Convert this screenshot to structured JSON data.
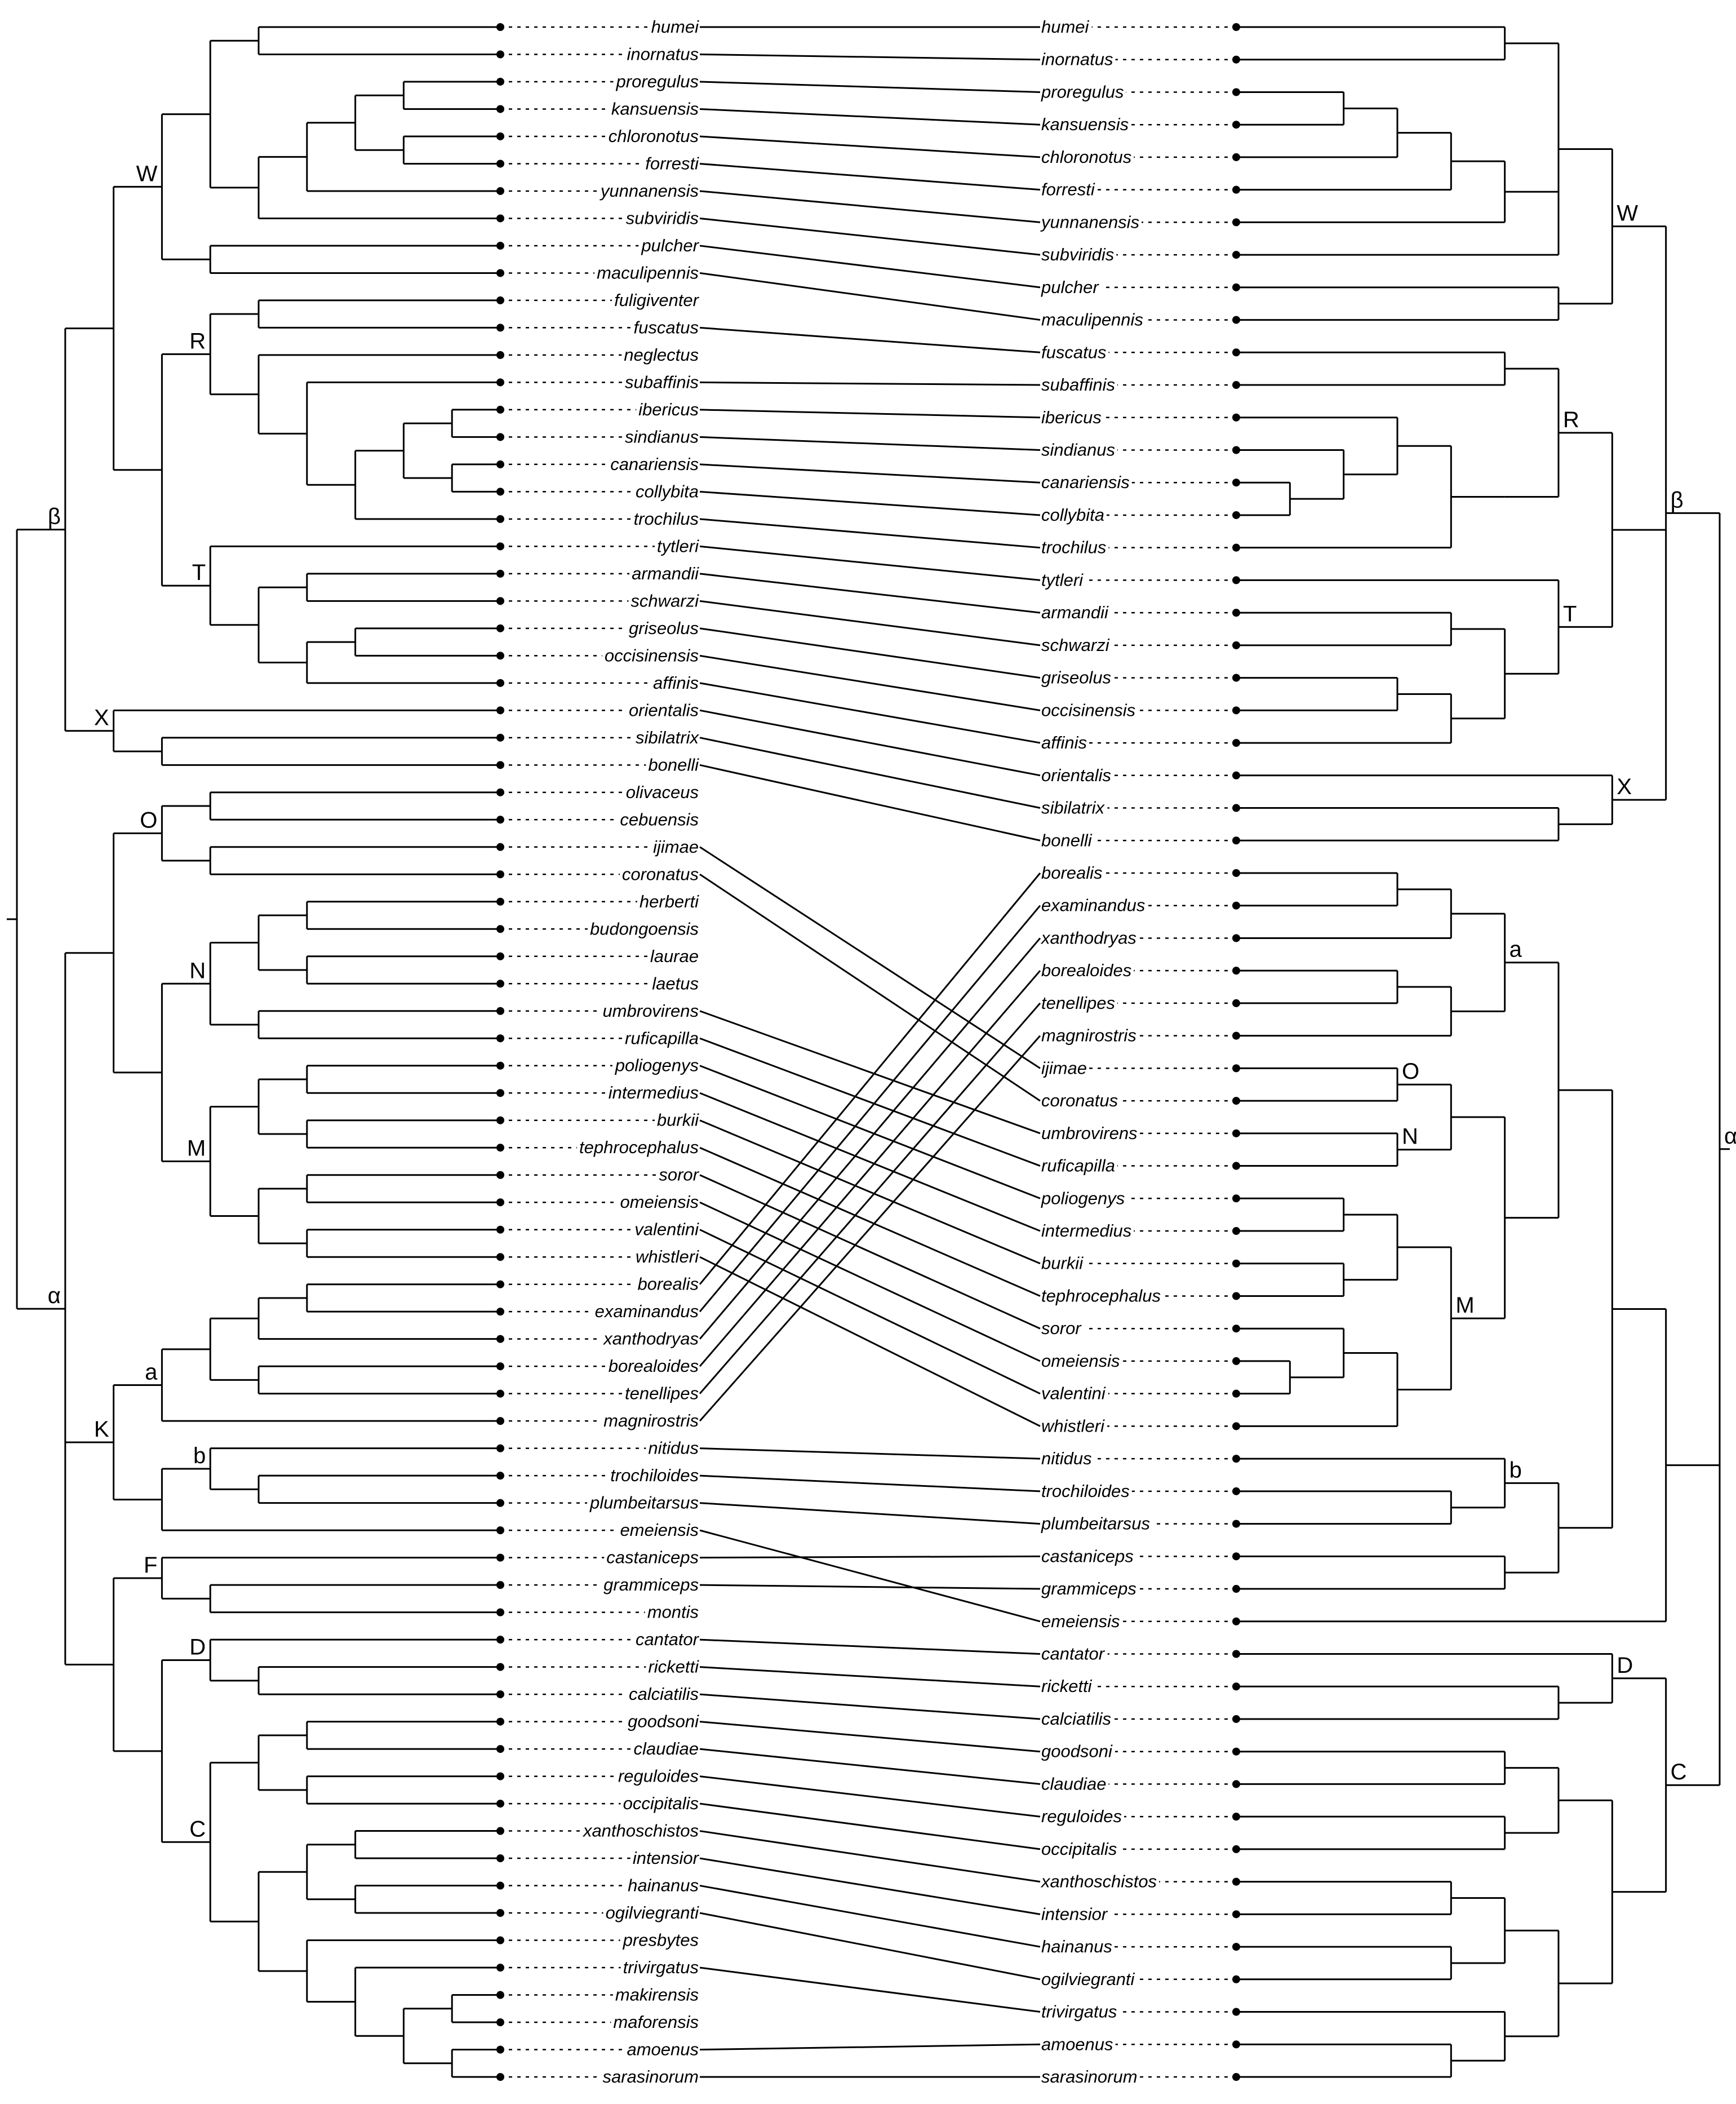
{
  "left_tree": {
    "taxa": [
      "humei",
      "inornatus",
      "proregulus",
      "kansuensis",
      "chloronotus",
      "forresti",
      "yunnanensis",
      "subviridis",
      "pulcher",
      "maculipennis",
      "fuligiventer",
      "fuscatus",
      "neglectus",
      "subaffinis",
      "ibericus",
      "sindianus",
      "canariensis",
      "collybita",
      "trochilus",
      "tytleri",
      "armandii",
      "schwarzi",
      "griseolus",
      "occisinensis",
      "affinis",
      "orientalis",
      "sibilatrix",
      "bonelli",
      "olivaceus",
      "cebuensis",
      "ijimae",
      "coronatus",
      "herberti",
      "budongoensis",
      "laurae",
      "laetus",
      "umbrovirens",
      "ruficapilla",
      "poliogenys",
      "intermedius",
      "burkii",
      "tephrocephalus",
      "soror",
      "omeiensis",
      "valentini",
      "whistleri",
      "borealis",
      "examinandus",
      "xanthodryas",
      "borealoides",
      "tenellipes",
      "magnirostris",
      "nitidus",
      "trochiloides",
      "plumbeitarsus",
      "emeiensis",
      "castaniceps",
      "grammiceps",
      "montis",
      "cantator",
      "ricketti",
      "calciatilis",
      "goodsoni",
      "claudiae",
      "reguloides",
      "occipitalis",
      "xanthoschistos",
      "intensior",
      "hainanus",
      "ogilviegranti",
      "presbytes",
      "trivirgatus",
      "makirensis",
      "maforensis",
      "amoenus",
      "sarasinorum"
    ],
    "tree": "((((((humei,inornatus),((((proregulus,kansuensis),(chloronotus,forresti)),yunnanensis),subviridis)),(pulcher,maculipennis))W,(((fuligiventer,fuscatus),(neglectus,(subaffinis,(((ibericus,sindianus),(canariensis,collybita)),trochilus))))R,(tytleri,((armandii,schwarzi),((griseolus,occisinensis),affinis)))T)),(orientalis,(sibilatrix,bonelli))X)β,((((olivaceus,cebuensis),(ijimae,coronatus))O,((((herberti,budongoensis),(laurae,laetus)),(umbrovirens,ruficapilla))N,(((poliogenys,intermedius),(burkii,tephrocephalus)),((soror,omeiensis),(valentini,whistleri)))M)),(((((borealis,examinandus),xanthodryas),(borealoides,tenellipes)),magnirostris)a,((nitidus,(trochiloides,plumbeitarsus))b,emeiensis))K,((castaniceps,(grammiceps,montis))F,((cantator,(ricketti,calciatilis))D,(((goodsoni,claudiae),(reguloides,occipitalis)),(((xanthoschistos,intensior),(hainanus,ogilviegranti)),(presbytes,(trivirgatus,((makirensis,maforensis),(amoenus,sarasinorum))))))C)))α)"
  },
  "right_tree": {
    "taxa": [
      "humei",
      "inornatus",
      "proregulus",
      "kansuensis",
      "chloronotus",
      "forresti",
      "yunnanensis",
      "subviridis",
      "pulcher",
      "maculipennis",
      "fuscatus",
      "subaffinis",
      "ibericus",
      "sindianus",
      "canariensis",
      "collybita",
      "trochilus",
      "tytleri",
      "armandii",
      "schwarzi",
      "griseolus",
      "occisinensis",
      "affinis",
      "orientalis",
      "sibilatrix",
      "bonelli",
      "borealis",
      "examinandus",
      "xanthodryas",
      "borealoides",
      "tenellipes",
      "magnirostris",
      "ijimae",
      "coronatus",
      "umbrovirens",
      "ruficapilla",
      "poliogenys",
      "intermedius",
      "burkii",
      "tephrocephalus",
      "soror",
      "omeiensis",
      "valentini",
      "whistleri",
      "nitidus",
      "trochiloides",
      "plumbeitarsus",
      "castaniceps",
      "grammiceps",
      "emeiensis",
      "cantator",
      "ricketti",
      "calciatilis",
      "goodsoni",
      "claudiae",
      "reguloides",
      "occipitalis",
      "xanthoschistos",
      "intensior",
      "hainanus",
      "ogilviegranti",
      "trivirgatus",
      "amoenus",
      "sarasinorum"
    ],
    "tree": "(((((humei,inornatus),((((proregulus,kansuensis),chloronotus),forresti),yunnanensis),subviridis),(pulcher,maculipennis))W,(((fuscatus,subaffinis),(((ibericus,(sindianus,(canariensis,collybita))),trochilus)))R,(tytleri,((armandii,schwarzi),((griseolus,occisinensis),affinis)))T),(orientalis,(sibilatrix,bonelli))X)β,((((((borealis,examinandus),xanthodryas),((borealoides,tenellipes),magnirostris))a,(((ijimae,coronatus)O,(umbrovirens,ruficapilla)N),(((poliogenys,intermedius),(burkii,tephrocephalus)),((soror,(omeiensis,valentini)),whistleri))M)),((nitidus,(trochiloides,plumbeitarsus))b,(castaniceps,grammiceps))),emeiensis),((cantator,(ricketti,calciatilis))D,(((goodsoni,claudiae),(reguloides,occipitalis)),(((xanthoschistos,intensior),(hainanus,ogilviegranti)),(trivirgatus,(amoenus,sarasinorum)))))C)α)"
  }
}
